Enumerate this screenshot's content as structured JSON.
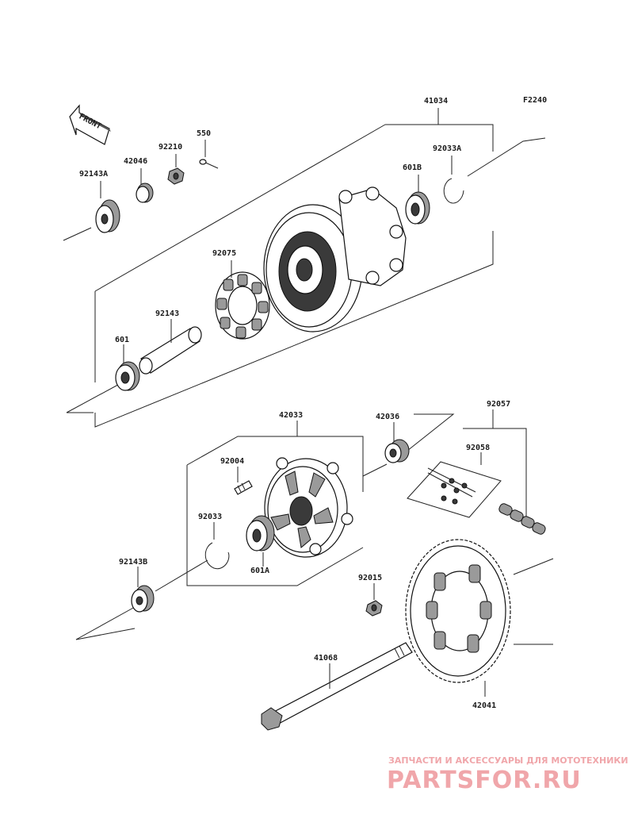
{
  "figure_code": "F2240",
  "front_arrow_text": "FRONT",
  "labels": {
    "p41034": "41034",
    "p92143A": "92143A",
    "p42046": "42046",
    "p92210": "92210",
    "p550": "550",
    "p601B": "601B",
    "p92033A": "92033A",
    "p92075": "92075",
    "p92143": "92143",
    "p601": "601",
    "p42033": "42033",
    "p42036": "42036",
    "p92057": "92057",
    "p92058": "92058",
    "p92004": "92004",
    "p92033": "92033",
    "p601A": "601A",
    "p92143B": "92143B",
    "p92015": "92015",
    "p41068": "41068",
    "p42041": "42041"
  },
  "watermark": {
    "line1": "ЗАПЧАСТИ И АКСЕССУАРЫ ДЛЯ МОТОТЕХНИКИ",
    "line2": "PARTSFOR.RU"
  },
  "colors": {
    "watermark": "#f0a6aa",
    "ink": "#111111"
  }
}
